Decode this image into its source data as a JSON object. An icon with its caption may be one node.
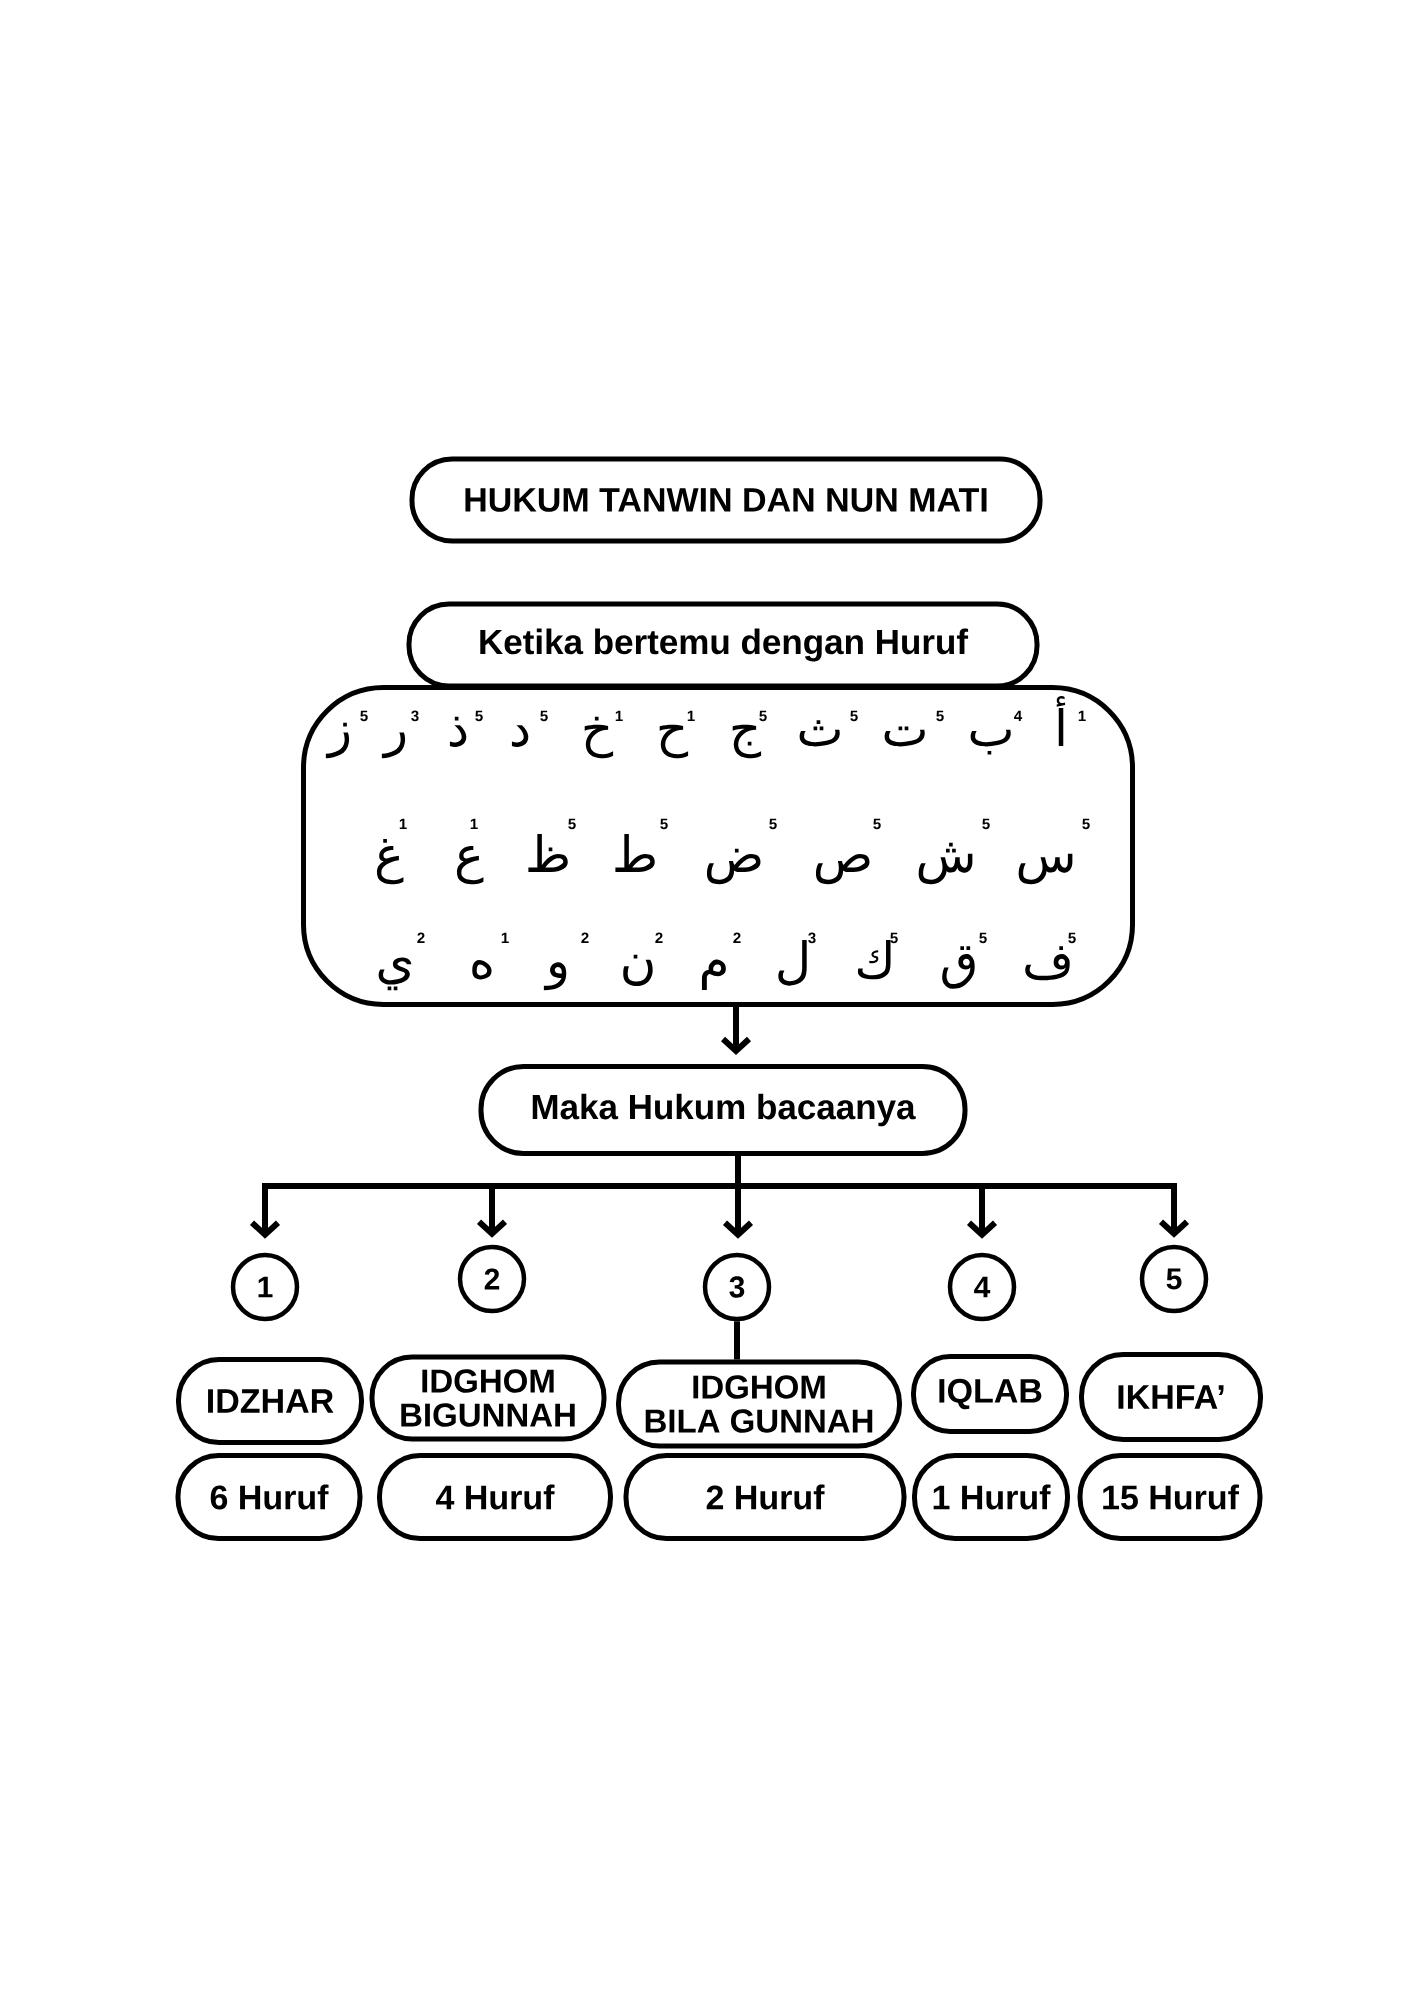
{
  "diagram": {
    "nodes": [
      {
        "text": [
          "HUKUM TANWIN DAN NUN MATI"
        ]
      },
      {
        "text": [
          "Ketika bertemu dengan Huruf"
        ]
      },
      {
        "text": [
          "أ",
          "1",
          "ب",
          "4",
          "ت",
          "5",
          "ث",
          "5",
          "ج",
          "5",
          "ح",
          "1",
          "خ",
          "1",
          "د",
          "5",
          "ذ",
          "5",
          "ر",
          "3",
          "ز",
          "5",
          "س",
          "5",
          "ش",
          "5",
          "ص",
          "5",
          "ض",
          "5",
          "ط",
          "5",
          "ظ",
          "5",
          "ع",
          "1",
          "غ",
          "1",
          "ف",
          "5",
          "ق",
          "5",
          "ك",
          "5",
          "ل",
          "3",
          "م",
          "2",
          "ن",
          "2",
          "و",
          "2",
          "ه",
          "1",
          "ي",
          "2"
        ]
      },
      {
        "text": [
          "Maka Hukum bacaanya"
        ]
      },
      {
        "text": [
          "1"
        ]
      },
      {
        "text": [
          "2"
        ]
      },
      {
        "text": [
          "3"
        ]
      },
      {
        "text": [
          "4"
        ]
      },
      {
        "text": [
          "5"
        ]
      },
      {
        "text": [
          "IDZHAR"
        ]
      },
      {
        "text": [
          "IDGHOM BIGUNNAH"
        ]
      },
      {
        "text": [
          "IDGHOM BILA GUNNAH"
        ]
      },
      {
        "text": [
          "IQLAB"
        ]
      },
      {
        "text": [
          "IKHFA’"
        ]
      },
      {
        "text": [
          "6 Huruf"
        ]
      },
      {
        "text": [
          "4 Huruf"
        ]
      },
      {
        "text": [
          "2 Huruf"
        ]
      },
      {
        "text": [
          "1 Huruf"
        ]
      },
      {
        "text": [
          "15 Huruf"
        ]
      }
    ],
    "edges": [
      {
        "from": 2,
        "to": 3,
        "arrow": "to"
      },
      {
        "from": 3,
        "to": 4,
        "arrow": "to"
      },
      {
        "from": 3,
        "to": 5,
        "arrow": "to"
      },
      {
        "from": 3,
        "to": 6,
        "arrow": "to"
      },
      {
        "from": 3,
        "to": 7,
        "arrow": "to"
      },
      {
        "from": 3,
        "to": 8,
        "arrow": "to"
      },
      {
        "from": 6,
        "to": 11,
        "arrow": "none"
      }
    ]
  }
}
